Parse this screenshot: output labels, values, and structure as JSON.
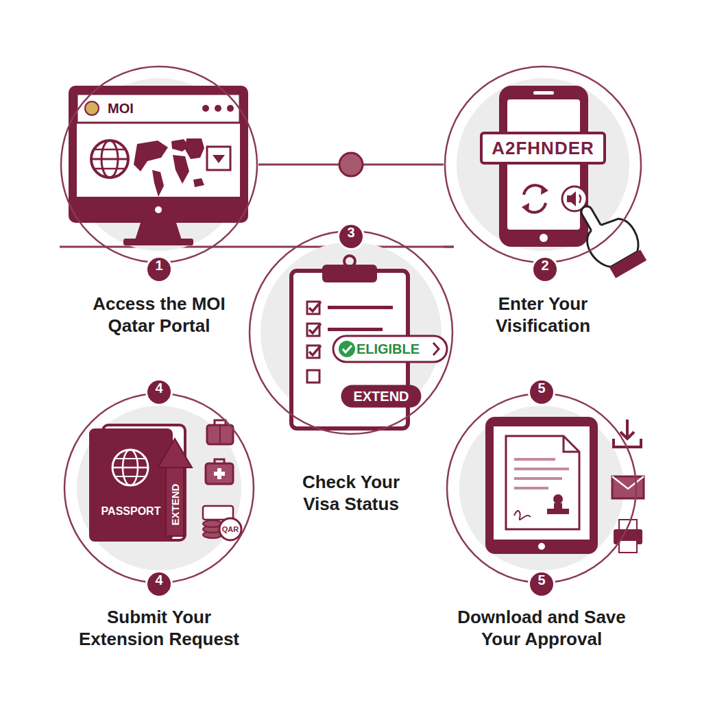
{
  "diagram": {
    "nodes": [
      {
        "text": [
          "1",
          "Access the MOI Qatar Portal"
        ]
      },
      {
        "text": [
          "2",
          "Enter Your Visification"
        ]
      },
      {
        "text": [
          "3",
          "Check Your Visa Status"
        ]
      },
      {
        "text": [
          "4",
          "4",
          "Submit Your Extension Request"
        ]
      },
      {
        "text": [
          "5",
          "5",
          "Download and Save Your Approval"
        ]
      }
    ],
    "edges": [
      {
        "from": 0,
        "to": 1,
        "arrow": "none"
      },
      {
        "from": 0,
        "to": 2,
        "arrow": "none"
      },
      {
        "from": 1,
        "to": 2,
        "arrow": "none"
      }
    ],
    "labels": [
      "MOI",
      "A2FHNDER",
      "ELIGIBLE",
      "EXTEND",
      "PASSPORT",
      "EXTEND",
      "QAR"
    ]
  }
}
